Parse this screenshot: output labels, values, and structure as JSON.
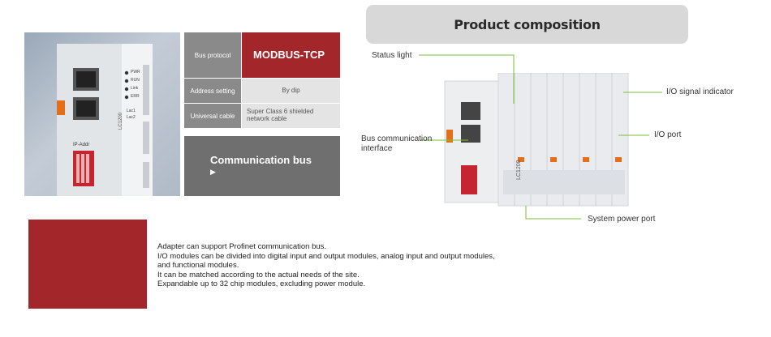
{
  "photo": {
    "led_labels": [
      "PWR",
      "RUN",
      "Link",
      "ERR"
    ],
    "port_labels": [
      "Lac1",
      "Lac2"
    ],
    "switch_label": "IP-Addr",
    "model_label": "LC1200"
  },
  "spec_table": {
    "rows": [
      {
        "label": "Bus protocol",
        "value": "MODBUS-TCP"
      },
      {
        "label": "Address setting",
        "value": "By dip"
      },
      {
        "label": "Universal cable",
        "value": "Super Class 6 shielded network cable"
      }
    ]
  },
  "comm_box": {
    "title": "Communication bus",
    "arrow": "▶"
  },
  "composition": {
    "title": "Product composition",
    "callouts": {
      "status_light": "Status light",
      "bus_interface": "Bus communication interface",
      "io_indicator": "I/O signal indicator",
      "io_port": "I/O port",
      "power_port": "System power port"
    },
    "device_model": "LC1200"
  },
  "description": {
    "lines": [
      "Adapter can support Profinet communication bus.",
      "I/O modules can be divided into digital input and output modules, analog input and output modules,",
      "and functional modules.",
      "It can be matched according to the actual needs of the site.",
      "Expandable up to 32 chip modules, excluding power module."
    ]
  },
  "colors": {
    "accent_red": "#a3262b",
    "leader_green": "#7bbf3a",
    "header_gray": "#d8d8d8"
  }
}
